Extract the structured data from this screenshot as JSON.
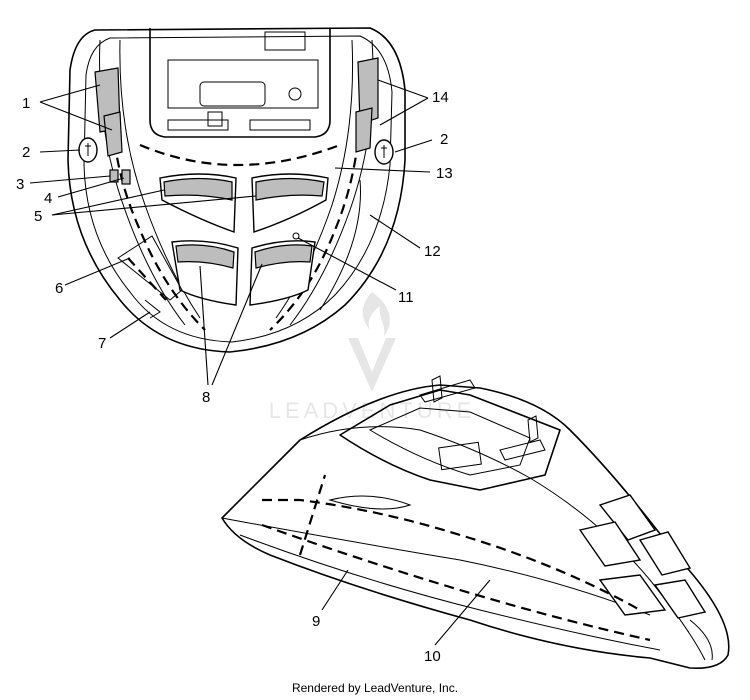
{
  "callouts": {
    "c1": "1",
    "c2a": "2",
    "c2b": "2",
    "c3": "3",
    "c4": "4",
    "c5": "5",
    "c6": "6",
    "c7": "7",
    "c8": "8",
    "c9": "9",
    "c10": "10",
    "c11": "11",
    "c12": "12",
    "c13": "13",
    "c14": "14"
  },
  "watermark": "LEADVENTURE",
  "footer": "Rendered by LeadVenture, Inc."
}
